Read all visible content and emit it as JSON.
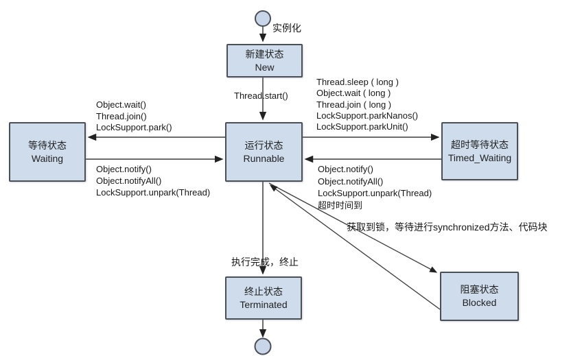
{
  "nodes": {
    "new": {
      "zh": "新建状态",
      "en": "New"
    },
    "runnable": {
      "zh": "运行状态",
      "en": "Runnable"
    },
    "waiting": {
      "zh": "等待状态",
      "en": "Waiting"
    },
    "timed_waiting": {
      "zh": "超时等待状态",
      "en": "Timed_Waiting"
    },
    "terminated": {
      "zh": "终止状态",
      "en": "Terminated"
    },
    "blocked": {
      "zh": "阻塞状态",
      "en": "Blocked"
    }
  },
  "edges": {
    "instantiate": "实例化",
    "start_to_runnable": "Thread.start()",
    "runnable_to_waiting": "Object.wait()\nThread.join()\nLockSupport.park()",
    "waiting_to_runnable": "Object.notify()\nObject.notifyAll()\nLockSupport.unpark(Thread)",
    "runnable_to_timed_waiting": "Thread.sleep ( long )\nObject.wait ( long )\nThread.join ( long )\nLockSupport.parkNanos()\nLockSupport.parkUnit()",
    "timed_waiting_to_runnable": "Object.notify()\nObject.notifyAll()\nLockSupport.unpark(Thread)\n超时时间到",
    "blocked_note": "获取到锁，等待进行synchronized方法、代码块",
    "runnable_to_terminated": "执行完成，终止"
  },
  "colors": {
    "node_fill": "#cfdcec",
    "node_border": "#4a4f55",
    "line": "#3a3a3a",
    "text": "#1f1f1f",
    "background": "#ffffff"
  }
}
